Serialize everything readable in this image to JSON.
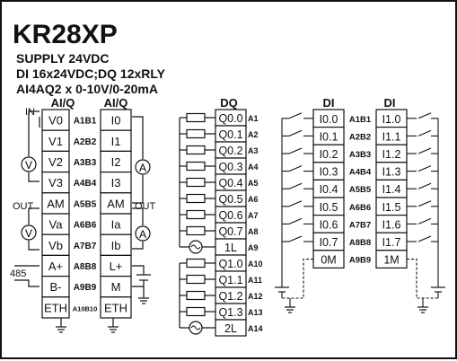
{
  "title": "KR28XP",
  "specs": [
    "SUPPLY 24VDC",
    "DI 16x24VDC;DQ 12xRLY",
    "AI4AQ2 x 0-10V/0-20mA"
  ],
  "headers": {
    "aiq_left": "AI/Q",
    "aiq_right": "AI/Q",
    "dq": "DQ",
    "di_left": "DI",
    "di_right": "DI"
  },
  "side_labels": {
    "in": "IN",
    "out_left": "OUT",
    "out_right": "OUT",
    "rs485": "485"
  },
  "meter_symbols": {
    "voltmeter": "V",
    "ammeter": "A"
  },
  "analog_block": {
    "rows": [
      {
        "left": "V0",
        "terminal": "A1B1",
        "right": "I0"
      },
      {
        "left": "V1",
        "terminal": "A2B2",
        "right": "I1"
      },
      {
        "left": "V2",
        "terminal": "A3B3",
        "right": "I2"
      },
      {
        "left": "V3",
        "terminal": "A4B4",
        "right": "I3"
      },
      {
        "left": "AM",
        "terminal": "A5B5",
        "right": "AM"
      },
      {
        "left": "Va",
        "terminal": "A6B6",
        "right": "Ia"
      },
      {
        "left": "Vb",
        "terminal": "A7B7",
        "right": "Ib"
      },
      {
        "left": "A+",
        "terminal": "A8B8",
        "right": "L+"
      },
      {
        "left": "B-",
        "terminal": "A9B9",
        "right": "M"
      },
      {
        "left": "ETH",
        "terminal": "A10B10",
        "right": "ETH"
      }
    ]
  },
  "dq_block": {
    "rows": [
      {
        "label": "Q0.0",
        "terminal": "A1"
      },
      {
        "label": "Q0.1",
        "terminal": "A2"
      },
      {
        "label": "Q0.2",
        "terminal": "A3"
      },
      {
        "label": "Q0.3",
        "terminal": "A4"
      },
      {
        "label": "Q0.4",
        "terminal": "A5"
      },
      {
        "label": "Q0.5",
        "terminal": "A6"
      },
      {
        "label": "Q0.6",
        "terminal": "A7"
      },
      {
        "label": "Q0.7",
        "terminal": "A8"
      },
      {
        "label": "1L",
        "terminal": "A9"
      },
      {
        "label": "Q1.0",
        "terminal": "A10"
      },
      {
        "label": "Q1.1",
        "terminal": "A11"
      },
      {
        "label": "Q1.2",
        "terminal": "A12"
      },
      {
        "label": "Q1.3",
        "terminal": "A13"
      },
      {
        "label": "2L",
        "terminal": "A14"
      }
    ]
  },
  "di_block": {
    "rows": [
      {
        "left": "I0.0",
        "terminal": "A1B1",
        "right": "I1.0"
      },
      {
        "left": "I0.1",
        "terminal": "A2B2",
        "right": "I1.1"
      },
      {
        "left": "I0.2",
        "terminal": "A3B3",
        "right": "I1.2"
      },
      {
        "left": "I0.3",
        "terminal": "A4B4",
        "right": "I1.3"
      },
      {
        "left": "I0.4",
        "terminal": "A5B5",
        "right": "I1.4"
      },
      {
        "left": "I0.5",
        "terminal": "A6B6",
        "right": "I1.5"
      },
      {
        "left": "I0.6",
        "terminal": "A7B7",
        "right": "I1.6"
      },
      {
        "left": "I0.7",
        "terminal": "A8B8",
        "right": "I1.7"
      },
      {
        "left": "0M",
        "terminal": "A9B9",
        "right": "1M"
      }
    ]
  }
}
